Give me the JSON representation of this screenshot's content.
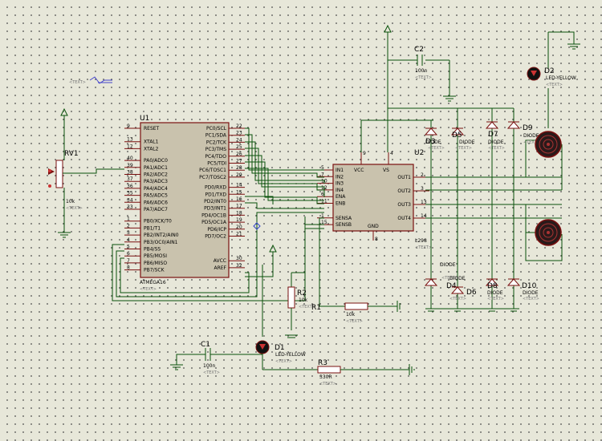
{
  "text_placeholder": "<TEXT>",
  "u1": {
    "ref": "U1",
    "part": "ATMEGA16",
    "left_pins": [
      {
        "num": "9",
        "name": "RESET"
      },
      {
        "num": "13",
        "name": "XTAL1"
      },
      {
        "num": "12",
        "name": "XTAL2"
      },
      {
        "num": "40",
        "name": "PA0/ADC0"
      },
      {
        "num": "39",
        "name": "PA1/ADC1"
      },
      {
        "num": "38",
        "name": "PA2/ADC2"
      },
      {
        "num": "37",
        "name": "PA3/ADC3"
      },
      {
        "num": "36",
        "name": "PA4/ADC4"
      },
      {
        "num": "35",
        "name": "PA5/ADC5"
      },
      {
        "num": "34",
        "name": "PA6/ADC6"
      },
      {
        "num": "33",
        "name": "PA7/ADC7"
      },
      {
        "num": "1",
        "name": "PB0/XCK/T0"
      },
      {
        "num": "2",
        "name": "PB1/T1"
      },
      {
        "num": "3",
        "name": "PB2/INT2/AIN0"
      },
      {
        "num": "4",
        "name": "PB3/OC0/AIN1"
      },
      {
        "num": "5",
        "name": "PB4/SS"
      },
      {
        "num": "6",
        "name": "PB5/MOSI"
      },
      {
        "num": "7",
        "name": "PB6/MISO"
      },
      {
        "num": "8",
        "name": "PB7/SCK"
      }
    ],
    "right_pins": [
      {
        "num": "22",
        "name": "PC0/SCL"
      },
      {
        "num": "23",
        "name": "PC1/SDA"
      },
      {
        "num": "24",
        "name": "PC2/TCK"
      },
      {
        "num": "25",
        "name": "PC3/TMS"
      },
      {
        "num": "26",
        "name": "PC4/TDO"
      },
      {
        "num": "27",
        "name": "PC5/TDI"
      },
      {
        "num": "28",
        "name": "PC6/TOSC1"
      },
      {
        "num": "29",
        "name": "PC7/TOSC2"
      },
      {
        "num": "14",
        "name": "PD0/RXD"
      },
      {
        "num": "15",
        "name": "PD1/TXD"
      },
      {
        "num": "16",
        "name": "PD2/INT0"
      },
      {
        "num": "17",
        "name": "PD3/INT1"
      },
      {
        "num": "18",
        "name": "PD4/OC1B"
      },
      {
        "num": "19",
        "name": "PD5/OC1A"
      },
      {
        "num": "20",
        "name": "PD6/ICP"
      },
      {
        "num": "21",
        "name": "PD7/OC2"
      },
      {
        "num": "30",
        "name": "AVCC"
      },
      {
        "num": "32",
        "name": "AREF"
      }
    ]
  },
  "u2": {
    "ref": "U2",
    "part": "L298",
    "left_pins": [
      {
        "num": "5",
        "name": "IN1"
      },
      {
        "num": "7",
        "name": "IN2"
      },
      {
        "num": "10",
        "name": "IN3"
      },
      {
        "num": "12",
        "name": "IN4"
      },
      {
        "num": "6",
        "name": "ENA"
      },
      {
        "num": "11",
        "name": "ENB"
      },
      {
        "num": "1",
        "name": "SENSA"
      },
      {
        "num": "15",
        "name": "SENSB"
      }
    ],
    "right_pins": [
      {
        "num": "2",
        "name": "OUT1"
      },
      {
        "num": "3",
        "name": "OUT2"
      },
      {
        "num": "13",
        "name": "OUT3"
      },
      {
        "num": "14",
        "name": "OUT4"
      }
    ],
    "top_pins": [
      {
        "num": "9",
        "name": "VCC"
      },
      {
        "num": "4",
        "name": "VS"
      }
    ],
    "bottom_pins": [
      {
        "num": "8",
        "name": "GND"
      }
    ]
  },
  "rv1": {
    "ref": "RV1",
    "value": "10k"
  },
  "r1": {
    "ref": "R1",
    "value": "10k"
  },
  "r2": {
    "ref": "R2",
    "value": "10k"
  },
  "r3": {
    "ref": "R3",
    "value": "330R"
  },
  "c1": {
    "ref": "C1",
    "value": "100n"
  },
  "c2": {
    "ref": "C2",
    "value": "100n"
  },
  "d1": {
    "ref": "D1",
    "value": "LED-YELLOW"
  },
  "d2": {
    "ref": "D2",
    "value": "LED-YELLOW"
  },
  "diodes": {
    "d3": {
      "ref": "D3",
      "value": "DIODE"
    },
    "d5": {
      "ref": "D5",
      "value": "DIODE"
    },
    "d7": {
      "ref": "D7",
      "value": "DIODE"
    },
    "d9": {
      "ref": "D9",
      "value": "DIODE"
    },
    "d4": {
      "ref": "D4",
      "value": "DIODE"
    },
    "d6": {
      "ref": "D6",
      "value": "DIODE"
    },
    "d8": {
      "ref": "D8",
      "value": "DIODE"
    },
    "d10": {
      "ref": "D10",
      "value": "DIODE"
    }
  }
}
